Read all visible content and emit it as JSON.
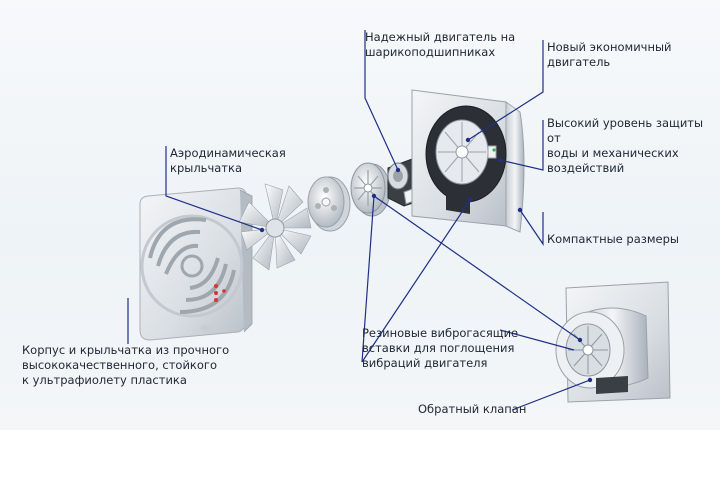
{
  "labels": {
    "reliable_motor": "Надежный двигатель на\nшарикоподшипниках",
    "new_motor": "Новый экономичный\nдвигатель",
    "protection": "Высокий уровень защиты от\nводы и механических\nвоздействий",
    "aero_impeller": "Аэродинамическая\nкрыльчатка",
    "compact": "Компактные размеры",
    "housing": "Корпус и крыльчатка из прочного\nвысококачественного, стойкого\nк ультрафиолету пластика",
    "rubber_inserts": "Резиновые виброгасящие\nвставки для поглощения\nвибраций двигателя",
    "check_valve": "Обратный клапан"
  },
  "colors": {
    "leader_line": "#1f2f86",
    "metal_light": "#e8ecf0",
    "metal_dark": "#9aa4ae",
    "indicator_red": "#e0322c",
    "indicator_green": "#3ab54a"
  }
}
